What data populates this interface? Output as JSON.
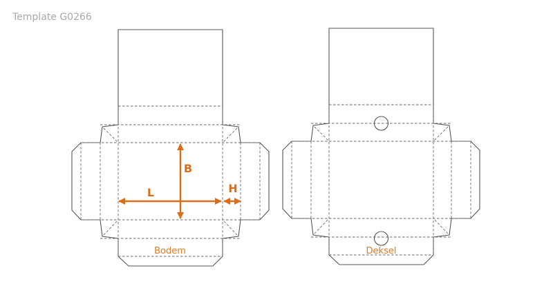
{
  "title": "Template G0266",
  "pieces": [
    {
      "label": "Bodem"
    },
    {
      "label": "Deksel"
    }
  ],
  "dimensions": {
    "length": "L",
    "width": "B",
    "height": "H"
  },
  "colors": {
    "accent": "#d86e1c",
    "line": "#555555"
  }
}
